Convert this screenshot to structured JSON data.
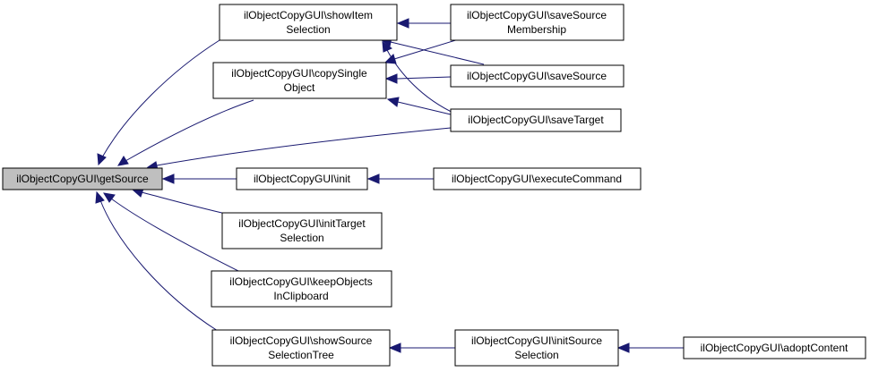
{
  "colors": {
    "edge": "#191970",
    "node_border": "#000000",
    "node_fill": "#ffffff",
    "focus_fill": "#bfbfbf"
  },
  "nodes": {
    "getSource": [
      "ilObjectCopyGUI\\getSource"
    ],
    "showItemSelection": [
      "ilObjectCopyGUI\\showItem",
      "Selection"
    ],
    "copySingleObject": [
      "ilObjectCopyGUI\\copySingle",
      "Object"
    ],
    "init": [
      "ilObjectCopyGUI\\init"
    ],
    "initTargetSelection": [
      "ilObjectCopyGUI\\initTarget",
      "Selection"
    ],
    "keepObjectsInClipboard": [
      "ilObjectCopyGUI\\keepObjects",
      "InClipboard"
    ],
    "showSourceSelectionTree": [
      "ilObjectCopyGUI\\showSource",
      "SelectionTree"
    ],
    "saveSourceMembership": [
      "ilObjectCopyGUI\\saveSource",
      "Membership"
    ],
    "saveSource": [
      "ilObjectCopyGUI\\saveSource"
    ],
    "saveTarget": [
      "ilObjectCopyGUI\\saveTarget"
    ],
    "executeCommand": [
      "ilObjectCopyGUI\\executeCommand"
    ],
    "initSourceSelection": [
      "ilObjectCopyGUI\\initSource",
      "Selection"
    ],
    "adoptContent": [
      "ilObjectCopyGUI\\adoptContent"
    ]
  }
}
